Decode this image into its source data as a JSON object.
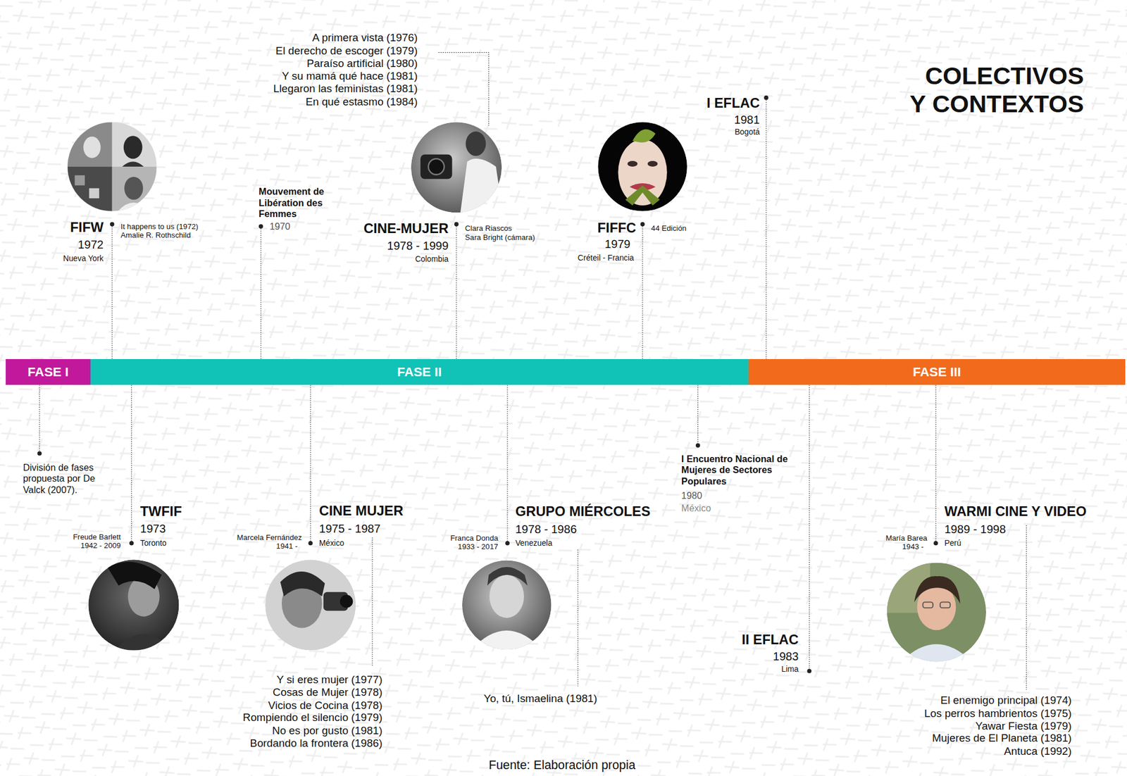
{
  "diagram": {
    "title": "COLECTIVOS Y CONTEXTOS",
    "caption": "Fuente: Elaboración propia",
    "nodes": [
      {
        "text": [
          "FASE I"
        ]
      },
      {
        "text": [
          "FASE II"
        ]
      },
      {
        "text": [
          "FASE III"
        ]
      }
    ],
    "labels": [
      "A primera vista (1976)",
      "El derecho de escoger (1979)",
      "Paraíso artificial (1980)",
      "Y su mamá qué hace (1981)",
      "Llegaron las feministas (1981)",
      "En qué estasmo (1984)",
      "FIFW",
      "1972",
      "Nueva York",
      "It happens to us (1972)",
      "Amalie R. Rothschild",
      "Mouvement de Libération des Femmes",
      "1970",
      "CINE-MUJER",
      "1978 - 1999",
      "Colombia",
      "Clara Riascos",
      "Sara Bright (cámara)",
      "FIFFC",
      "1979",
      "Créteil - Francia",
      "44 Edición",
      "I EFLAC",
      "1981",
      "Bogotá",
      "División de fases propuesta por De Valck (2007).",
      "TWFIF",
      "1973",
      "Toronto",
      "Freude Barlett",
      "1942 - 2009",
      "CINE MUJER",
      "1975 - 1987",
      "México",
      "Marcela Fernández",
      "1941 -",
      "Y si eres mujer (1977)",
      "Cosas de Mujer (1978)",
      "Vicios de Cocina (1978)",
      "Rompiendo el silencio (1979)",
      "No es por gusto (1981)",
      "Bordando la frontera (1986)",
      "GRUPO MIÉRCOLES",
      "1978 - 1986",
      "Venezuela",
      "Franca Donda",
      "1933 - 2017",
      "Yo, tú, Ismaelina (1981)",
      "I Encuentro Nacional de Mujeres de Sectores Populares",
      "1980",
      "México",
      "II EFLAC",
      "1983",
      "Lima",
      "WARMI CINE Y VIDEO",
      "1989 - 1998",
      "Perú",
      "María Barea",
      "1943 -",
      "El enemigo principal (1974)",
      "Los perros hambrientos (1975)",
      "Yawar Fiesta (1979)",
      "Mujeres de El Planeta (1981)",
      "Antuca (1992)"
    ]
  }
}
